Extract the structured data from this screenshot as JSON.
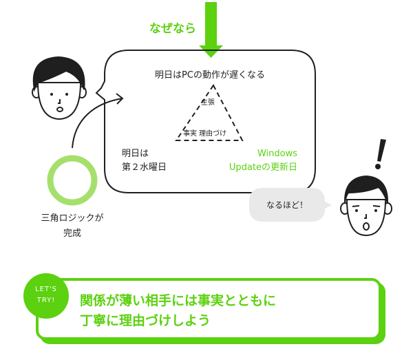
{
  "colors": {
    "accent": "#5cd10f",
    "ring": "#a6e06c",
    "ink": "#1f1f1f",
    "gray_bubble": "#e9e9e9"
  },
  "header": {
    "because_label": "なぜなら"
  },
  "speech": {
    "claim": "明日はPCの動作が遅くなる",
    "triangle_top": "主張",
    "triangle_bottom": "事実 理由づけ",
    "fact_line1": "明日は",
    "fact_line2": "第２水曜日",
    "reason_line1": "Windows",
    "reason_line2": "Updateの更新日"
  },
  "result": {
    "label_line1": "三角ロジックが",
    "label_line2": "完成"
  },
  "reply": {
    "text": "なるほど！",
    "exclamation": "!"
  },
  "tip": {
    "badge_line1": "LET'S",
    "badge_line2": "TRY!",
    "line1": "関係が薄い相手には事実とともに",
    "line2": "丁寧に理由づけしよう"
  }
}
